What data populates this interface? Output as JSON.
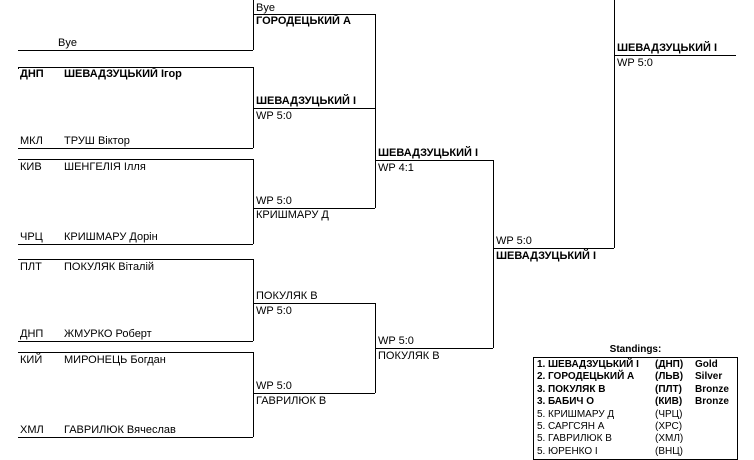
{
  "bracket": {
    "round1": [
      {
        "club": "",
        "name": "Bye",
        "club_bold": false,
        "name_bold": false
      },
      {
        "club": "ДНП",
        "name": "ШЕВАДЗУЦЬКИЙ Iгор",
        "club_bold": true,
        "name_bold": true
      },
      {
        "club": "МКЛ",
        "name": "ТРУШ Віктор",
        "club_bold": false,
        "name_bold": false
      },
      {
        "club": "КИВ",
        "name": "ШЕНГЕЛІЯ Ілля",
        "club_bold": false,
        "name_bold": false
      },
      {
        "club": "ЧРЦ",
        "name": "КРИШМАРУ Дорін",
        "club_bold": false,
        "name_bold": false
      },
      {
        "club": "ПЛТ",
        "name": "ПОКУЛЯК Віталій",
        "club_bold": false,
        "name_bold": false
      },
      {
        "club": "ДНП",
        "name": "ЖМУРКО Роберт",
        "club_bold": false,
        "name_bold": false
      },
      {
        "club": "КИЙ",
        "name": "МИРОНЕЦЬ Богдан",
        "club_bold": false,
        "name_bold": false
      },
      {
        "club": "ХМЛ",
        "name": "ГАВРИЛЮК Вячеслав",
        "club_bold": false,
        "name_bold": false
      }
    ],
    "round2": [
      {
        "bye_label": "Bye",
        "winner": "ГОРОДЕЦЬКИЙ А",
        "score": "",
        "bold": true
      },
      {
        "winner": "ШЕВАДЗУЦЬКИЙ I",
        "score": "WP 5:0",
        "bold": true
      },
      {
        "winner": "КРИШМАРУ Д",
        "score": "WP 5:0",
        "bold": false
      },
      {
        "winner": "ПОКУЛЯК В",
        "score": "WP 5:0",
        "bold": false
      },
      {
        "winner": "ГАВРИЛЮК В",
        "score": "WP 5:0",
        "bold": false
      }
    ],
    "semifinals": [
      {
        "winner": "ШЕВАДЗУЦЬКИЙ I",
        "score": "WP 4:1",
        "bold": true
      },
      {
        "winner": "ПОКУЛЯК В",
        "score": "WP 5:0",
        "bold": false
      }
    ],
    "final": {
      "winner": "ШЕВАДЗУЦЬКИЙ I",
      "score": "WP 5:0",
      "bold": true
    },
    "champion": {
      "winner": "ШЕВАДЗУЦЬКИЙ I",
      "score": "WP 5:0",
      "bold": true
    }
  },
  "standings": {
    "title": "Standings:",
    "rows": [
      {
        "rank": "1.",
        "name": "ШЕВАДЗУЦЬКИЙ I",
        "club": "(ДНП)",
        "medal": "Gold",
        "bold": true
      },
      {
        "rank": "2.",
        "name": "ГОРОДЕЦЬКИЙ А",
        "club": "(ЛЬВ)",
        "medal": "Silver",
        "bold": true
      },
      {
        "rank": "3.",
        "name": "ПОКУЛЯК В",
        "club": "(ПЛТ)",
        "medal": "Bronze",
        "bold": true
      },
      {
        "rank": "3.",
        "name": "БАБИЧ О",
        "club": "(КИВ)",
        "medal": "Bronze",
        "bold": true
      },
      {
        "rank": "5.",
        "name": "КРИШМАРУ Д",
        "club": "(ЧРЦ)",
        "medal": "",
        "bold": false
      },
      {
        "rank": "5.",
        "name": "САРГСЯН А",
        "club": "(ХРС)",
        "medal": "",
        "bold": false
      },
      {
        "rank": "5.",
        "name": "ГАВРИЛЮК В",
        "club": "(ХМЛ)",
        "medal": "",
        "bold": false
      },
      {
        "rank": "5.",
        "name": "ЮРЕНКО I",
        "club": "(ВНЦ)",
        "medal": "",
        "bold": false
      }
    ]
  },
  "colors": {
    "line": "#000000",
    "background": "#ffffff",
    "text": "#000000"
  }
}
